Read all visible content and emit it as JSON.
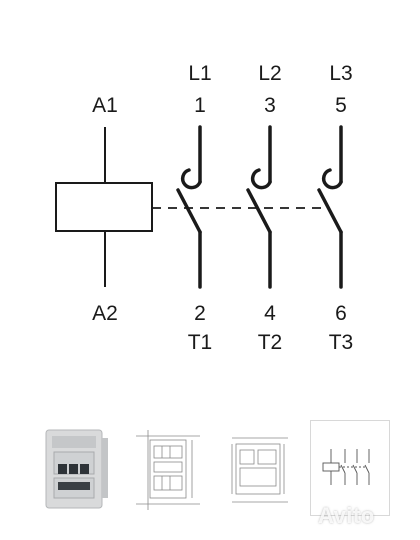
{
  "coil": {
    "top_label": "A1",
    "bottom_label": "A2"
  },
  "poles": [
    {
      "line_label": "L1",
      "top_terminal": "1",
      "bottom_terminal": "2",
      "load_label": "T1"
    },
    {
      "line_label": "L2",
      "top_terminal": "3",
      "bottom_terminal": "4",
      "load_label": "T2"
    },
    {
      "line_label": "L3",
      "top_terminal": "5",
      "bottom_terminal": "6",
      "load_label": "T3"
    }
  ],
  "thumbnails": [
    {
      "name": "contactor-photo"
    },
    {
      "name": "front-dimension-drawing"
    },
    {
      "name": "side-dimension-drawing"
    },
    {
      "name": "wiring-diagram",
      "selected": true
    }
  ],
  "watermark": {
    "text": "Avito"
  },
  "colors": {
    "line": "#1a1a1a",
    "background": "#ffffff",
    "dashed_link": "#1a1a1a"
  }
}
